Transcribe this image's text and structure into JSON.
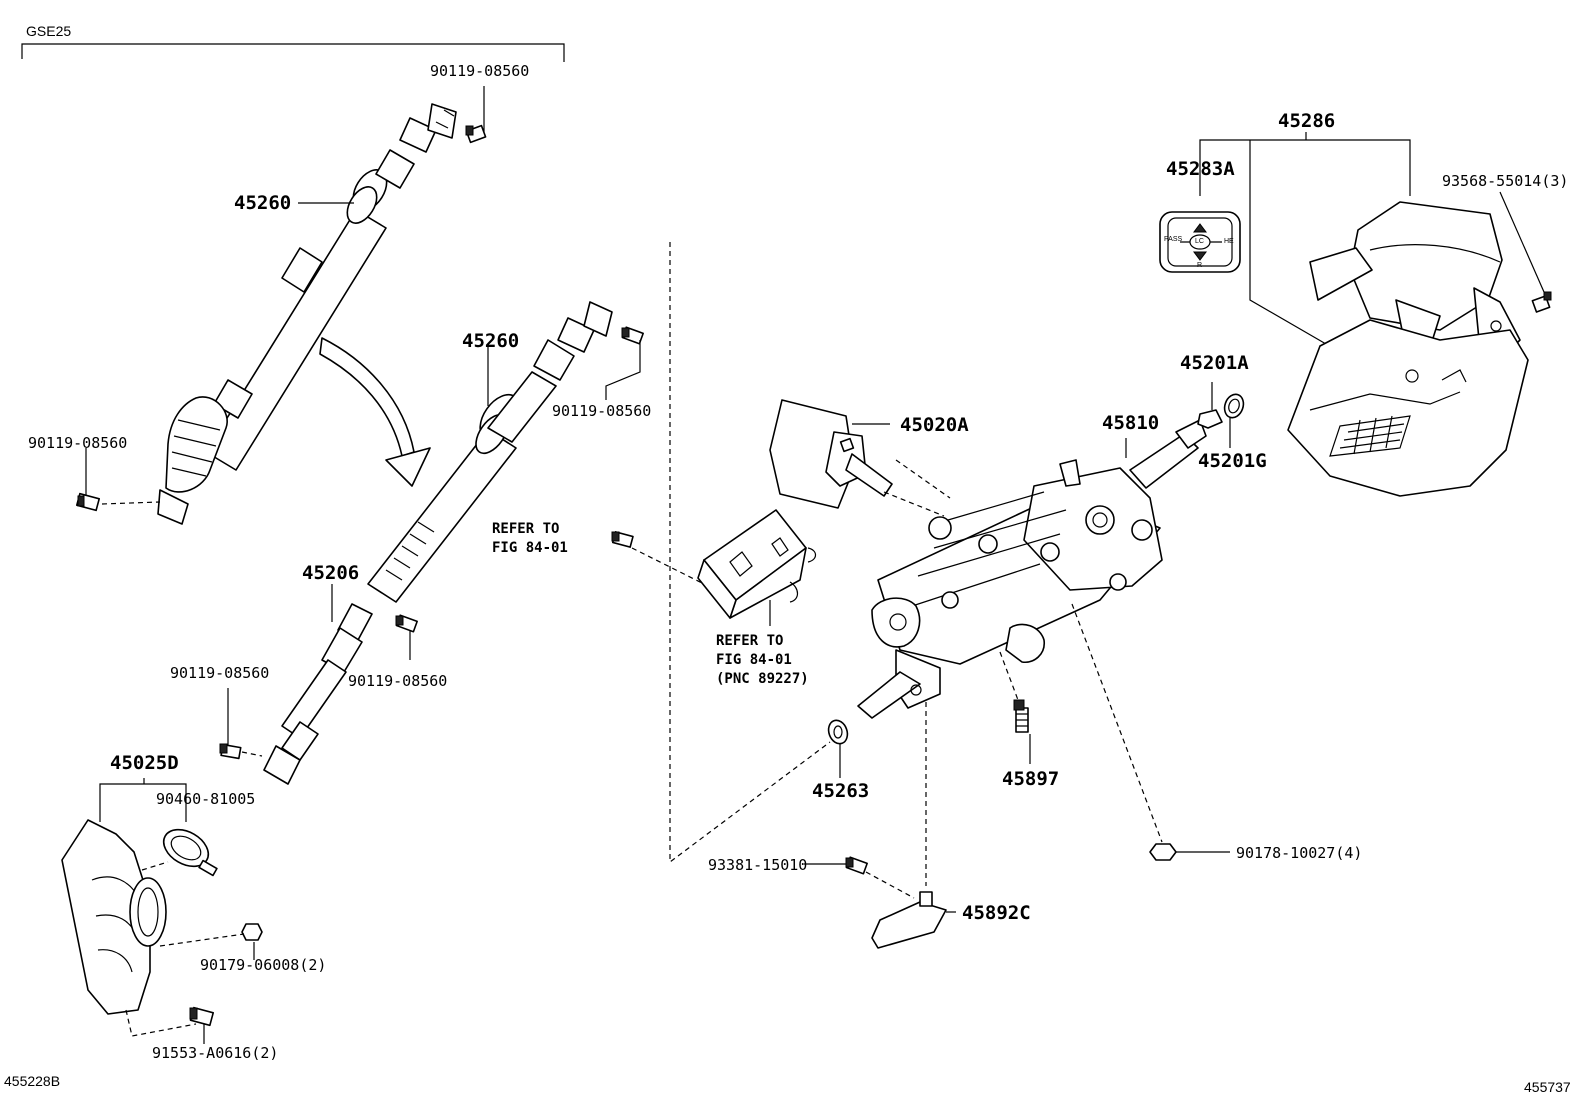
{
  "group_label": "GSE25",
  "corner_codes": {
    "left": "455228B",
    "right": "455737"
  },
  "part_labels": {
    "p_90119_top": "90119-08560",
    "p_45260_top": "45260",
    "p_90119_left": "90119-08560",
    "p_45260_mid": "45260",
    "p_90119_mid": "90119-08560",
    "p_45206": "45206",
    "p_90119_lower_left": "90119-08560",
    "p_90119_lower_right": "90119-08560",
    "p_45025D": "45025D",
    "p_90460": "90460-81005",
    "p_90179": "90179-06008(2)",
    "p_91553": "91553-A0616(2)",
    "p_45020A": "45020A",
    "p_45810": "45810",
    "p_45201A": "45201A",
    "p_45201G": "45201G",
    "p_45263": "45263",
    "p_45897": "45897",
    "p_93381": "93381-15010",
    "p_45892C": "45892C",
    "p_90178": "90178-10027(4)",
    "p_45286": "45286",
    "p_45283A": "45283A",
    "p_93568": "93568-55014(3)"
  },
  "refer_notes": {
    "left": "REFER TO\nFIG 84-01",
    "right": "REFER TO\nFIG 84-01\n(PNC 89227)"
  },
  "tilt_label_text": {
    "left": "PASS",
    "center": "LC",
    "right": "HE",
    "bottom": "R"
  }
}
